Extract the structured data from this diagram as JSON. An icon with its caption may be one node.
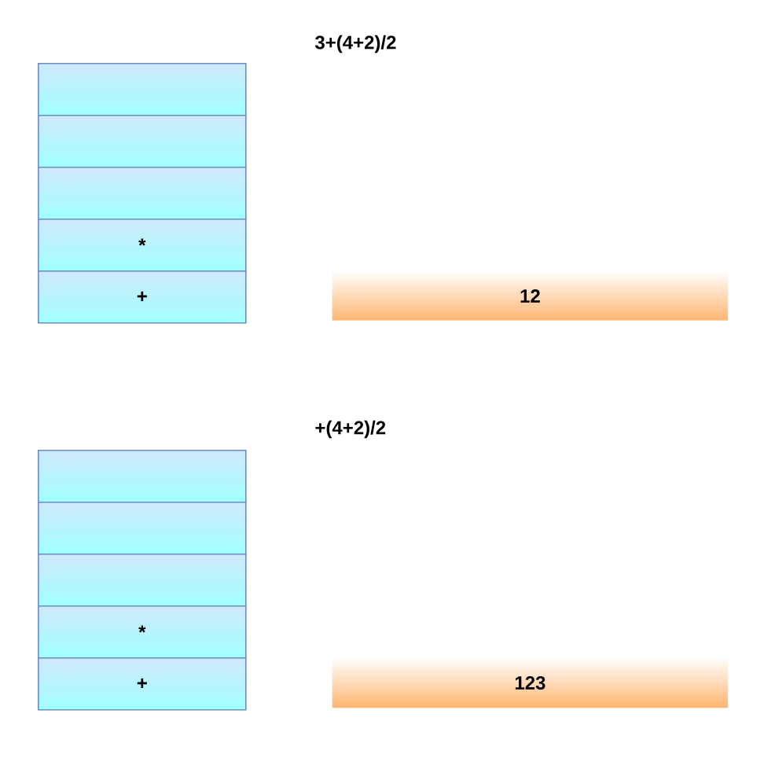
{
  "diagram": {
    "nodes": [
      {
        "text": [],
        "shape": "box"
      },
      {
        "text": [],
        "shape": "box"
      },
      {
        "text": [],
        "shape": "box"
      },
      {
        "text": [
          "*"
        ]
      },
      {
        "text": [
          "+"
        ]
      },
      {
        "text": [
          "12"
        ]
      },
      {
        "text": [],
        "shape": "box"
      },
      {
        "text": [],
        "shape": "box"
      },
      {
        "text": [],
        "shape": "box"
      },
      {
        "text": [
          "*"
        ]
      },
      {
        "text": [
          "+"
        ]
      },
      {
        "text": [
          "123"
        ]
      }
    ],
    "labels": [
      "3+(4+2)/2",
      "+(4+2)/2"
    ]
  }
}
